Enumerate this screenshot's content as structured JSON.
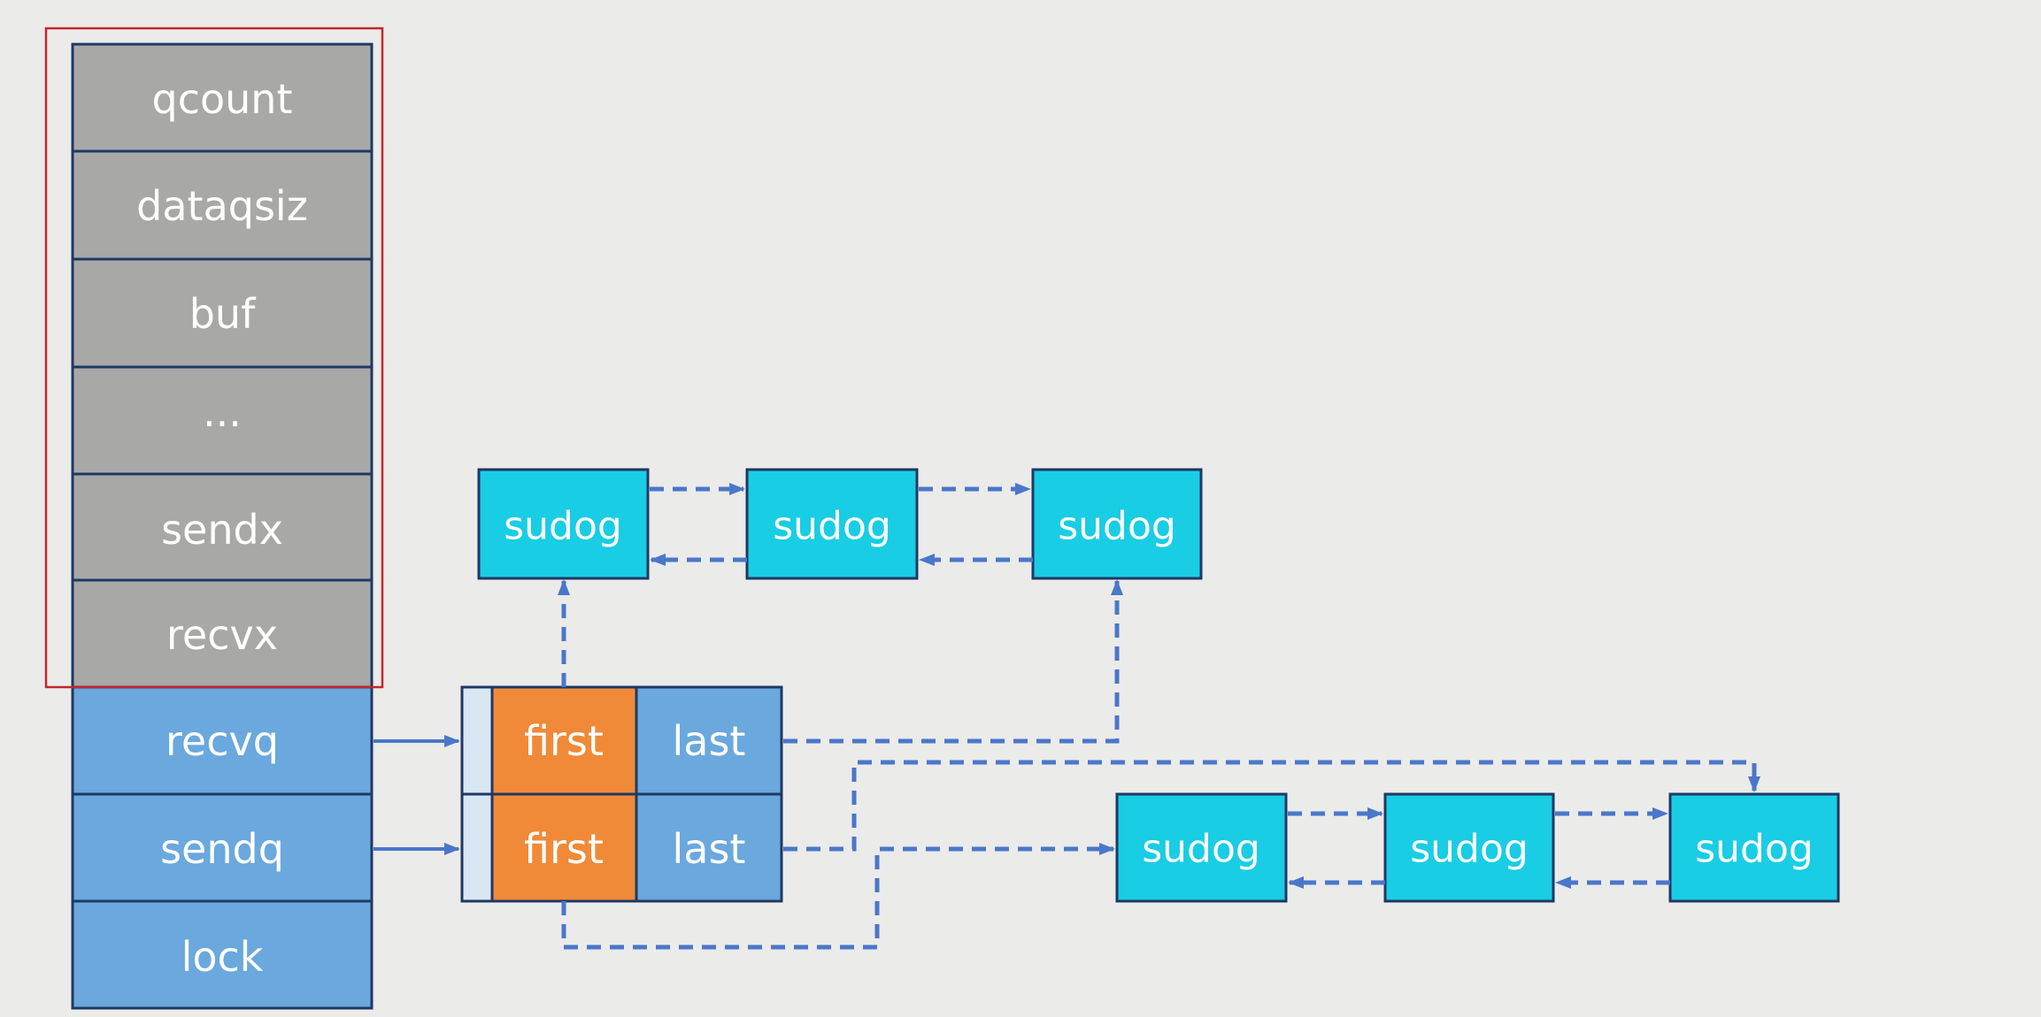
{
  "colors": {
    "background": "#ebebea",
    "gray_field": "#a8a8a7",
    "blue_field": "#6aa8de",
    "cell_border": "#1f3864",
    "first_cell": "#f08a38",
    "last_cell": "#6aa8de",
    "pad_cell": "#d9e7f5",
    "sudog": "#19cde4",
    "arrow": "#4a77c9",
    "highlight_box": "#c0272d"
  },
  "hchan": {
    "fields": [
      {
        "label": "qcount",
        "style": "gray"
      },
      {
        "label": "dataqsiz",
        "style": "gray"
      },
      {
        "label": "buf",
        "style": "gray"
      },
      {
        "label": "...",
        "style": "gray"
      },
      {
        "label": "sendx",
        "style": "gray"
      },
      {
        "label": "recvx",
        "style": "gray"
      },
      {
        "label": "recvq",
        "style": "blue"
      },
      {
        "label": "sendq",
        "style": "blue"
      },
      {
        "label": "lock",
        "style": "blue"
      }
    ]
  },
  "waitq": {
    "recvq": {
      "first": "first",
      "last": "last"
    },
    "sendq": {
      "first": "first",
      "last": "last"
    }
  },
  "recv_list": [
    "sudog",
    "sudog",
    "sudog"
  ],
  "send_list": [
    "sudog",
    "sudog",
    "sudog"
  ]
}
